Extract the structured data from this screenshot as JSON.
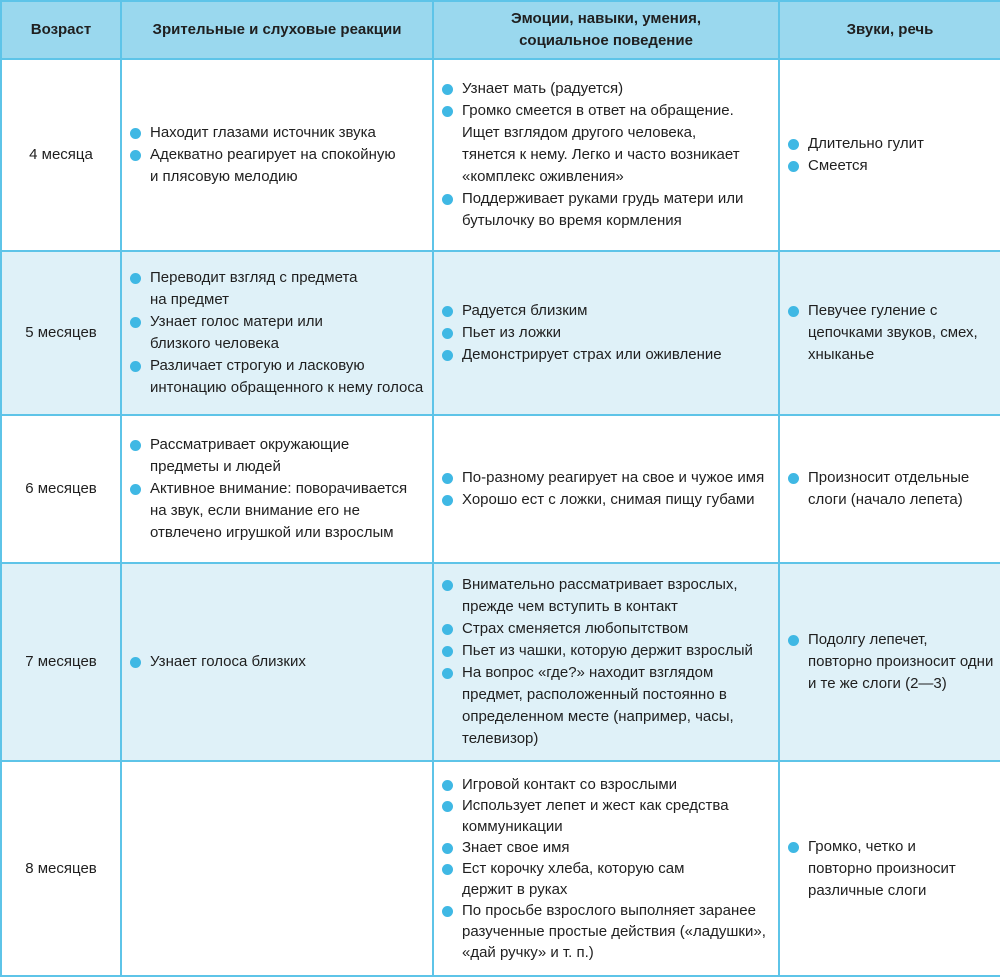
{
  "header": {
    "age": "Возраст",
    "visual": "Зрительные и слуховые реакции",
    "emotions": "Эмоции, навыки, умения, социальное поведение",
    "speech": "Звуки, речь"
  },
  "rows": [
    {
      "age": "4 месяца",
      "visual": [
        "Находит глазами источник звука",
        "Адекватно реагирует на спокойную и плясовую мелодию"
      ],
      "emotions": [
        "Узнает мать (радуется)",
        "Громко смеется в ответ на обращение. Ищет взглядом другого человека, тянется к нему. Легко и часто возникает «комплекс оживления»",
        "Поддерживает руками грудь матери или бутылочку во время кормления"
      ],
      "speech": [
        "Длительно гулит",
        "Смеется"
      ]
    },
    {
      "age": "5 месяцев",
      "visual": [
        "Переводит взгляд с предмета на предмет",
        "Узнает голос матери или близкого человека",
        "Различает строгую и ласковую интонацию обращенного к нему голоса"
      ],
      "emotions": [
        "Радуется близким",
        "Пьет из ложки",
        "Демонстрирует страх или оживление"
      ],
      "speech": [
        "Певучее гуление с цепочками звуков, смех, хныканье"
      ]
    },
    {
      "age": "6 месяцев",
      "visual": [
        "Рассматривает окружающие предметы и людей",
        "Активное внимание: поворачивается на звук, если внимание его не отвлечено игрушкой или взрослым"
      ],
      "emotions": [
        "По-разному реагирует на свое и чужое имя",
        "Хорошо ест с ложки, снимая пищу губами"
      ],
      "speech": [
        "Произносит отдельные слоги (начало лепета)"
      ]
    },
    {
      "age": "7 месяцев",
      "visual": [
        "Узнает голоса близких"
      ],
      "emotions": [
        "Внимательно рассматривает взрослых, прежде чем вступить в контакт",
        "Страх сменяется любопытством",
        "Пьет из чашки, которую держит взрослый",
        "На вопрос «где?» находит взглядом предмет, расположенный постоянно в определенном месте (например, часы, телевизор)"
      ],
      "speech": [
        "Подолгу лепечет, повторно произносит одни и те же слоги (2—3)"
      ]
    },
    {
      "age": "8 месяцев",
      "visual": [],
      "emotions": [
        "Игровой контакт со взрослыми",
        "Использует лепет и жест как средства коммуникации",
        "Знает свое имя",
        "Ест корочку хлеба, которую сам держит в руках",
        "По просьбе взрослого выполняет заранее разученные простые действия («ладушки», «дай ручку» и т. п.)"
      ],
      "speech": [
        "Громко, четко и повторно произносит различные слоги"
      ]
    }
  ],
  "colors": {
    "header_bg": "#9ad8ee",
    "row_alt_bg": "#dff1f8",
    "border": "#5ec4e8",
    "bullet": "#3fb8e4"
  }
}
